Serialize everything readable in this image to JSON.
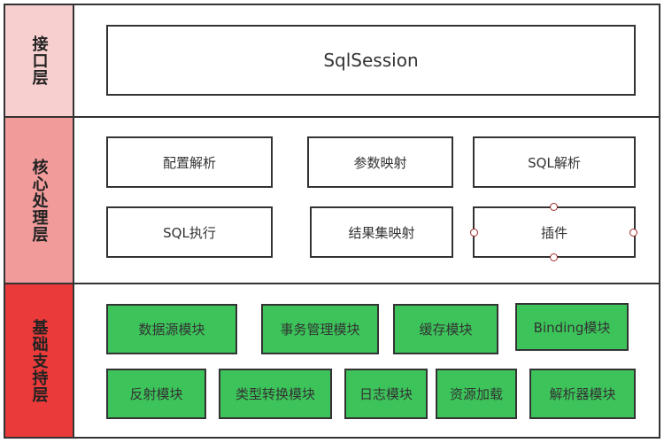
{
  "layers": [
    {
      "label": "接口层",
      "color": "#f8cfcf"
    },
    {
      "label": "核心处理层",
      "color": "#f19b9b"
    },
    {
      "label": "基础支持层",
      "color": "#ea3a3a"
    }
  ],
  "interface": {
    "session": "SqlSession"
  },
  "core": {
    "row1": [
      "配置解析",
      "参数映射",
      "SQL解析"
    ],
    "row2": [
      "SQL执行",
      "结果集映射",
      "插件"
    ]
  },
  "support": {
    "row1": [
      "数据源模块",
      "事务管理模块",
      "缓存模块",
      "Binding模块"
    ],
    "row2": [
      "反射模块",
      "类型转换模块",
      "日志模块",
      "资源加载",
      "解析器模块"
    ],
    "box_color": "#3cc45a"
  }
}
